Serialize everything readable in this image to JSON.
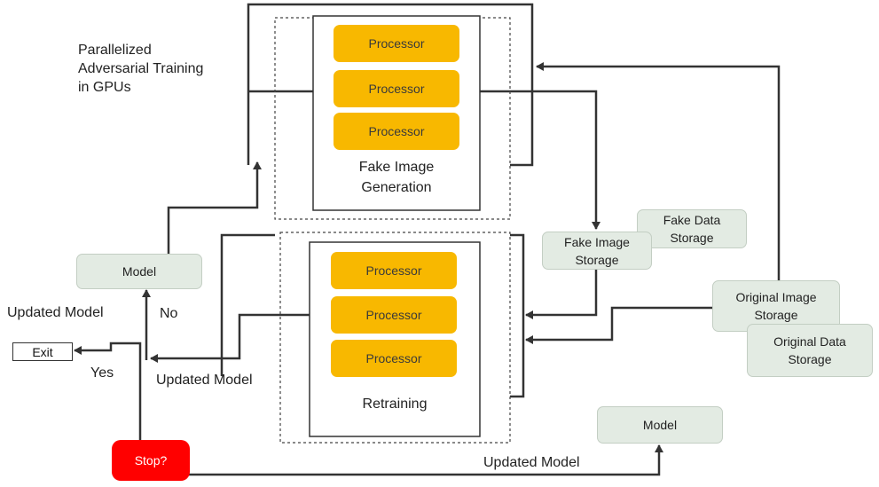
{
  "title_note": [
    "Parallelized",
    "Adversarial Training",
    "in GPUs"
  ],
  "top_block": {
    "processors": [
      "Processor",
      "Processor",
      "Processor"
    ],
    "label": [
      "Fake Image",
      "Generation"
    ]
  },
  "bottom_block": {
    "processors": [
      "Processor",
      "Processor",
      "Processor"
    ],
    "label": "Retraining"
  },
  "storage": {
    "fake_data": [
      "Fake Data",
      "Storage"
    ],
    "fake_image": [
      "Fake Image",
      "Storage"
    ],
    "original_image": [
      "Original  Image",
      "Storage"
    ],
    "original_data": [
      "Original  Data",
      "Storage"
    ]
  },
  "model_left": "Model",
  "model_right": "Model",
  "exit": "Exit",
  "stop": "Stop?",
  "labels": {
    "updated_model_left": "Updated Model",
    "no": "No",
    "yes": "Yes",
    "updated_model_mid": "Updated Model",
    "updated_model_bottom": "Updated Model"
  },
  "colors": {
    "processor": "#f8b800",
    "storage": "#e3ebe3",
    "stop": "#ff0000",
    "line": "#333333"
  }
}
